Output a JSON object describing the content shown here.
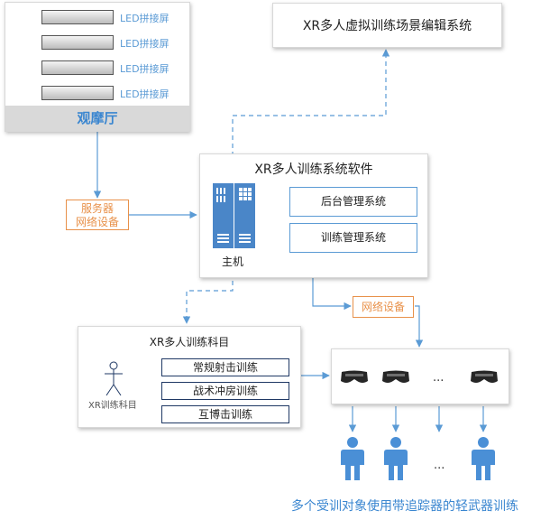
{
  "viewing_hall": {
    "title": "观摩厅",
    "led_label": "LED拼接屏",
    "screens": [
      "LED拼接屏",
      "LED拼接屏",
      "LED拼接屏",
      "LED拼接屏"
    ]
  },
  "editor_system": {
    "title": "XR多人虚拟训练场景编辑系统"
  },
  "server_network": {
    "line1": "服务器",
    "line2": "网络设备"
  },
  "software": {
    "title": "XR多人训练系统软件",
    "host_label": "主机",
    "subsystems": [
      "后台管理系统",
      "训练管理系统"
    ]
  },
  "network_device": {
    "label": "网络设备"
  },
  "training_subjects": {
    "title": "XR多人训练科目",
    "person_label": "XR训练科目",
    "courses": [
      "常规射击训练",
      "战术冲房训练",
      "互博击训练"
    ]
  },
  "headsets": {
    "ellipsis": "..."
  },
  "trainees": {
    "ellipsis": "...",
    "caption": "多个受训对象使用带追踪器的轻武器训练"
  },
  "colors": {
    "accent": "#5b9bd5",
    "orange": "#e8914a",
    "navy": "#1f3864",
    "person": "#4a8fd6"
  }
}
